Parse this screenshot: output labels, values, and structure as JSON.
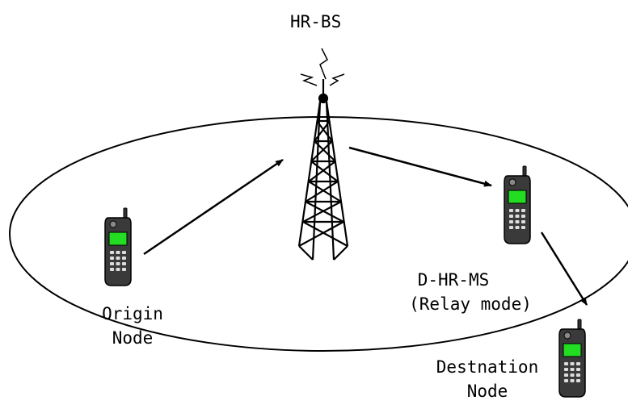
{
  "labels": {
    "base_station": "HR-BS",
    "relay": {
      "line1": "D-HR-MS",
      "line2": "(Relay mode)"
    },
    "origin": {
      "line1": "Origin",
      "line2": "Node"
    },
    "destination": {
      "line1": "Destnation",
      "line2": "Node"
    }
  },
  "colors": {
    "stroke": "#000000",
    "phone_body": "#3a3a3a",
    "phone_screen": "#22dd22",
    "background": "#ffffff"
  },
  "icons": {
    "base_station": "cell-tower-icon",
    "phones": "mobile-phone-icon"
  }
}
